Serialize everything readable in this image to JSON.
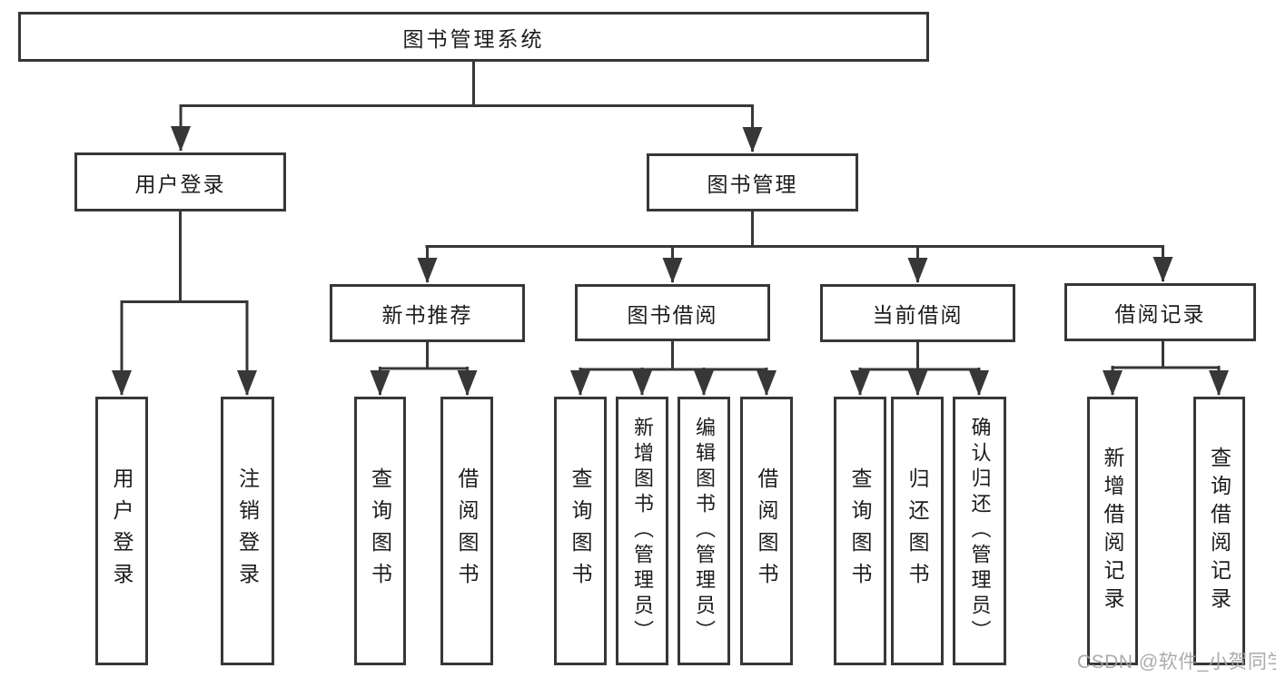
{
  "diagram": {
    "colors": {
      "line": "#373737",
      "text": "#1c1c1c",
      "watermark": "#a2a2a2",
      "background": "#ffffff"
    },
    "tree": {
      "label": "图书管理系统",
      "children": [
        {
          "label": "用户登录",
          "children": [
            {
              "label": "用户登录"
            },
            {
              "label": "注销登录"
            }
          ]
        },
        {
          "label": "图书管理",
          "children": [
            {
              "label": "新书推荐",
              "children": [
                {
                  "label": "查询图书"
                },
                {
                  "label": "借阅图书"
                }
              ]
            },
            {
              "label": "图书借阅",
              "children": [
                {
                  "label": "查询图书"
                },
                {
                  "label": "新增图书（管理员）"
                },
                {
                  "label": "编辑图书（管理员）"
                },
                {
                  "label": "借阅图书"
                }
              ]
            },
            {
              "label": "当前借阅",
              "children": [
                {
                  "label": "查询图书"
                },
                {
                  "label": "归还图书"
                },
                {
                  "label": "确认归还（管理员）"
                }
              ]
            },
            {
              "label": "借阅记录",
              "children": [
                {
                  "label": "新增借阅记录"
                },
                {
                  "label": "查询借阅记录"
                }
              ]
            }
          ]
        }
      ]
    },
    "watermark": {
      "text": "CSDN @软件_小贺同学"
    }
  }
}
